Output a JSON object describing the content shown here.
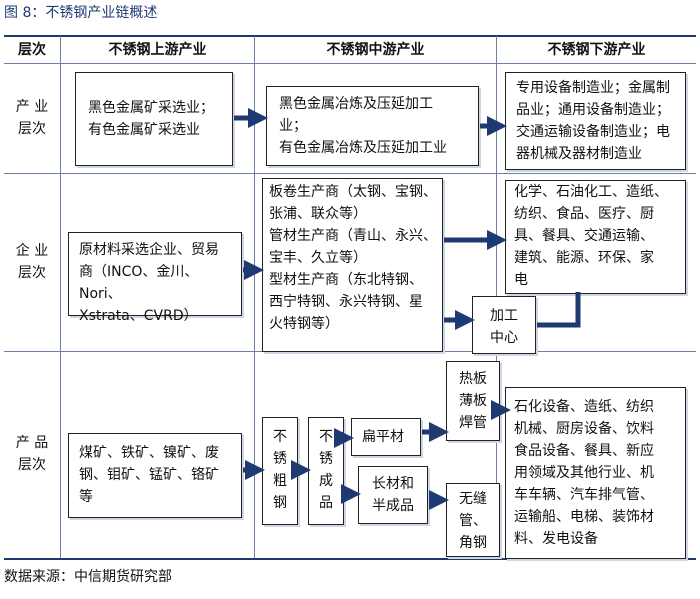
{
  "figure_title": "图 8：不锈钢产业链概述",
  "source": "数据来源：中信期货研究部",
  "headers": {
    "level": "层次",
    "upstream": "不锈钢上游产业",
    "midstream": "不锈钢中游产业",
    "downstream": "不锈钢下游产业"
  },
  "rows": {
    "industry": "产 业\n层次",
    "enterprise": "企 业\n层次",
    "product": "产 品\n层次"
  },
  "industry": {
    "upstream": "黑色金属矿采选业；\n有色金属矿采选业",
    "midstream": "黑色金属冶炼及压延加工\n业；\n有色金属冶炼及压延加工业",
    "downstream": "专用设备制造业；金属制\n品业；通用设备制造业；\n交通运输设备制造业；电\n器机械及器材制造业"
  },
  "enterprise": {
    "upstream": "原材料采选企业、贸易\n商（INCO、金川、Nori、\nXstrata、CVRD）",
    "midstream": "板卷生产商（太钢、宝钢、\n张浦、联众等）\n管材生产商（青山、永兴、\n宝丰、久立等）\n型材生产商（东北特钢、\n西宁特钢、永兴特钢、星\n火特钢等）",
    "processing": "加工\n中心",
    "downstream": "化学、石油化工、造纸、\n纺织、食品、医疗、厨\n具、餐具、交通运输、\n建筑、能源、环保、家\n电"
  },
  "product": {
    "upstream": "煤矿、铁矿、镍矿、废\n钢、钼矿、锰矿、铬矿\n等",
    "crude": "不\n锈\n粗\n钢",
    "finished": "不\n锈\n成\n品",
    "flat": "扁平材",
    "long": "长材和\n半成品",
    "hot_sheet": "热板\n薄板\n焊管",
    "seamless": "无缝\n管、\n角钢",
    "downstream": "石化设备、造纸、纺织\n机械、厨房设备、饮料\n食品设备、餐具、新应\n用领域及其他行业、机\n车车辆、汽车排气管、\n运输船、电梯、装饰材\n料、发电设备"
  }
}
